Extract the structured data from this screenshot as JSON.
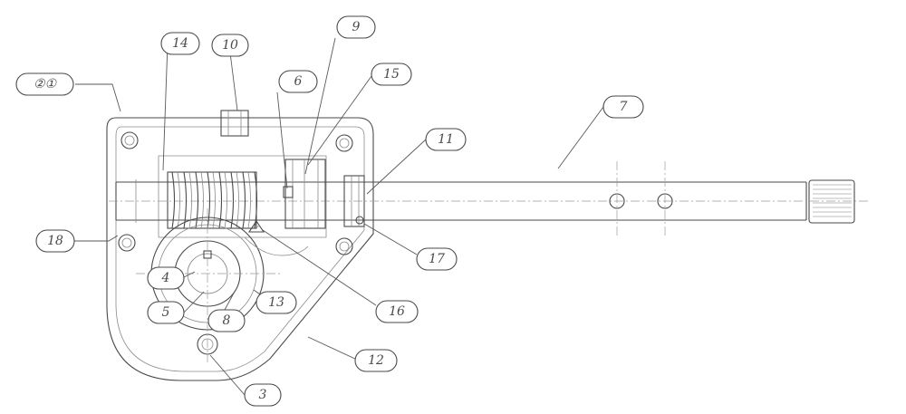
{
  "callouts": [
    {
      "id": "c21",
      "label": "21",
      "text": "②①"
    },
    {
      "id": "c14",
      "label": "14",
      "text": "14"
    },
    {
      "id": "c10",
      "label": "10",
      "text": "10"
    },
    {
      "id": "c9",
      "label": "9",
      "text": "9"
    },
    {
      "id": "c6",
      "label": "6",
      "text": "6"
    },
    {
      "id": "c15",
      "label": "15",
      "text": "15"
    },
    {
      "id": "c11",
      "label": "11",
      "text": "11"
    },
    {
      "id": "c7",
      "label": "7",
      "text": "7"
    },
    {
      "id": "c18",
      "label": "18",
      "text": "18"
    },
    {
      "id": "c4",
      "label": "4",
      "text": "4"
    },
    {
      "id": "c5",
      "label": "5",
      "text": "5"
    },
    {
      "id": "c8",
      "label": "8",
      "text": "8"
    },
    {
      "id": "c13",
      "label": "13",
      "text": "13"
    },
    {
      "id": "c16",
      "label": "16",
      "text": "16"
    },
    {
      "id": "c17",
      "label": "17",
      "text": "17"
    },
    {
      "id": "c12",
      "label": "12",
      "text": "12"
    },
    {
      "id": "c3",
      "label": "3",
      "text": "3"
    }
  ],
  "caption": ""
}
